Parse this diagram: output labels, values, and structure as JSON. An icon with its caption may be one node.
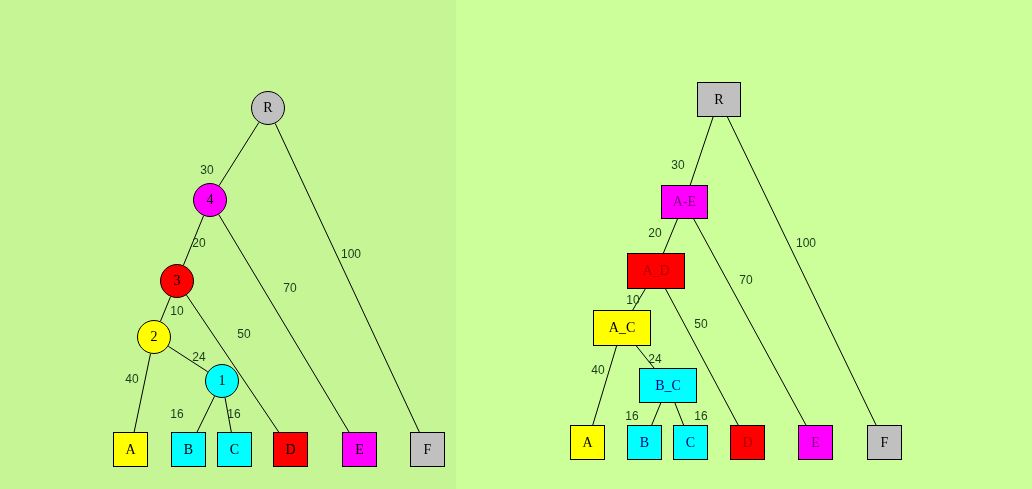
{
  "diagram": {
    "nodes": [
      {
        "text": [
          "R"
        ]
      },
      {
        "text": [
          "4"
        ]
      },
      {
        "text": [
          "3"
        ]
      },
      {
        "text": [
          "2"
        ]
      },
      {
        "text": [
          "1"
        ]
      },
      {
        "text": [
          "A"
        ]
      },
      {
        "text": [
          "B"
        ]
      },
      {
        "text": [
          "C"
        ]
      },
      {
        "text": [
          "D"
        ]
      },
      {
        "text": [
          "E"
        ]
      },
      {
        "text": [
          "F"
        ]
      },
      {
        "text": [
          "R"
        ]
      },
      {
        "text": [
          "A-E"
        ]
      },
      {
        "text": [
          "A_D"
        ]
      },
      {
        "text": [
          "A_C"
        ]
      },
      {
        "text": [
          "B_C"
        ]
      },
      {
        "text": [
          "A"
        ]
      },
      {
        "text": [
          "B"
        ]
      },
      {
        "text": [
          "C"
        ]
      },
      {
        "text": [
          "D"
        ]
      },
      {
        "text": [
          "E"
        ]
      },
      {
        "text": [
          "F"
        ]
      }
    ],
    "edges": [
      {
        "from": 0,
        "to": 1,
        "arrow": "none",
        "label": "30"
      },
      {
        "from": 1,
        "to": 2,
        "arrow": "none",
        "label": "20"
      },
      {
        "from": 2,
        "to": 3,
        "arrow": "none",
        "label": "10"
      },
      {
        "from": 3,
        "to": 5,
        "arrow": "none",
        "label": "40"
      },
      {
        "from": 3,
        "to": 4,
        "arrow": "none",
        "label": "24"
      },
      {
        "from": 4,
        "to": 6,
        "arrow": "none",
        "label": "16"
      },
      {
        "from": 4,
        "to": 7,
        "arrow": "none",
        "label": "16"
      },
      {
        "from": 2,
        "to": 8,
        "arrow": "none",
        "label": "50"
      },
      {
        "from": 1,
        "to": 9,
        "arrow": "none",
        "label": "70"
      },
      {
        "from": 0,
        "to": 10,
        "arrow": "none",
        "label": "100"
      },
      {
        "from": 11,
        "to": 12,
        "arrow": "none",
        "label": "30"
      },
      {
        "from": 12,
        "to": 13,
        "arrow": "none",
        "label": "20"
      },
      {
        "from": 13,
        "to": 14,
        "arrow": "none",
        "label": "10"
      },
      {
        "from": 14,
        "to": 16,
        "arrow": "none",
        "label": "40"
      },
      {
        "from": 14,
        "to": 15,
        "arrow": "none",
        "label": "24"
      },
      {
        "from": 15,
        "to": 17,
        "arrow": "none",
        "label": "16"
      },
      {
        "from": 15,
        "to": 18,
        "arrow": "none",
        "label": "16"
      },
      {
        "from": 13,
        "to": 19,
        "arrow": "none",
        "label": "50"
      },
      {
        "from": 12,
        "to": 20,
        "arrow": "none",
        "label": "70"
      },
      {
        "from": 11,
        "to": 21,
        "arrow": "none",
        "label": "100"
      }
    ]
  }
}
